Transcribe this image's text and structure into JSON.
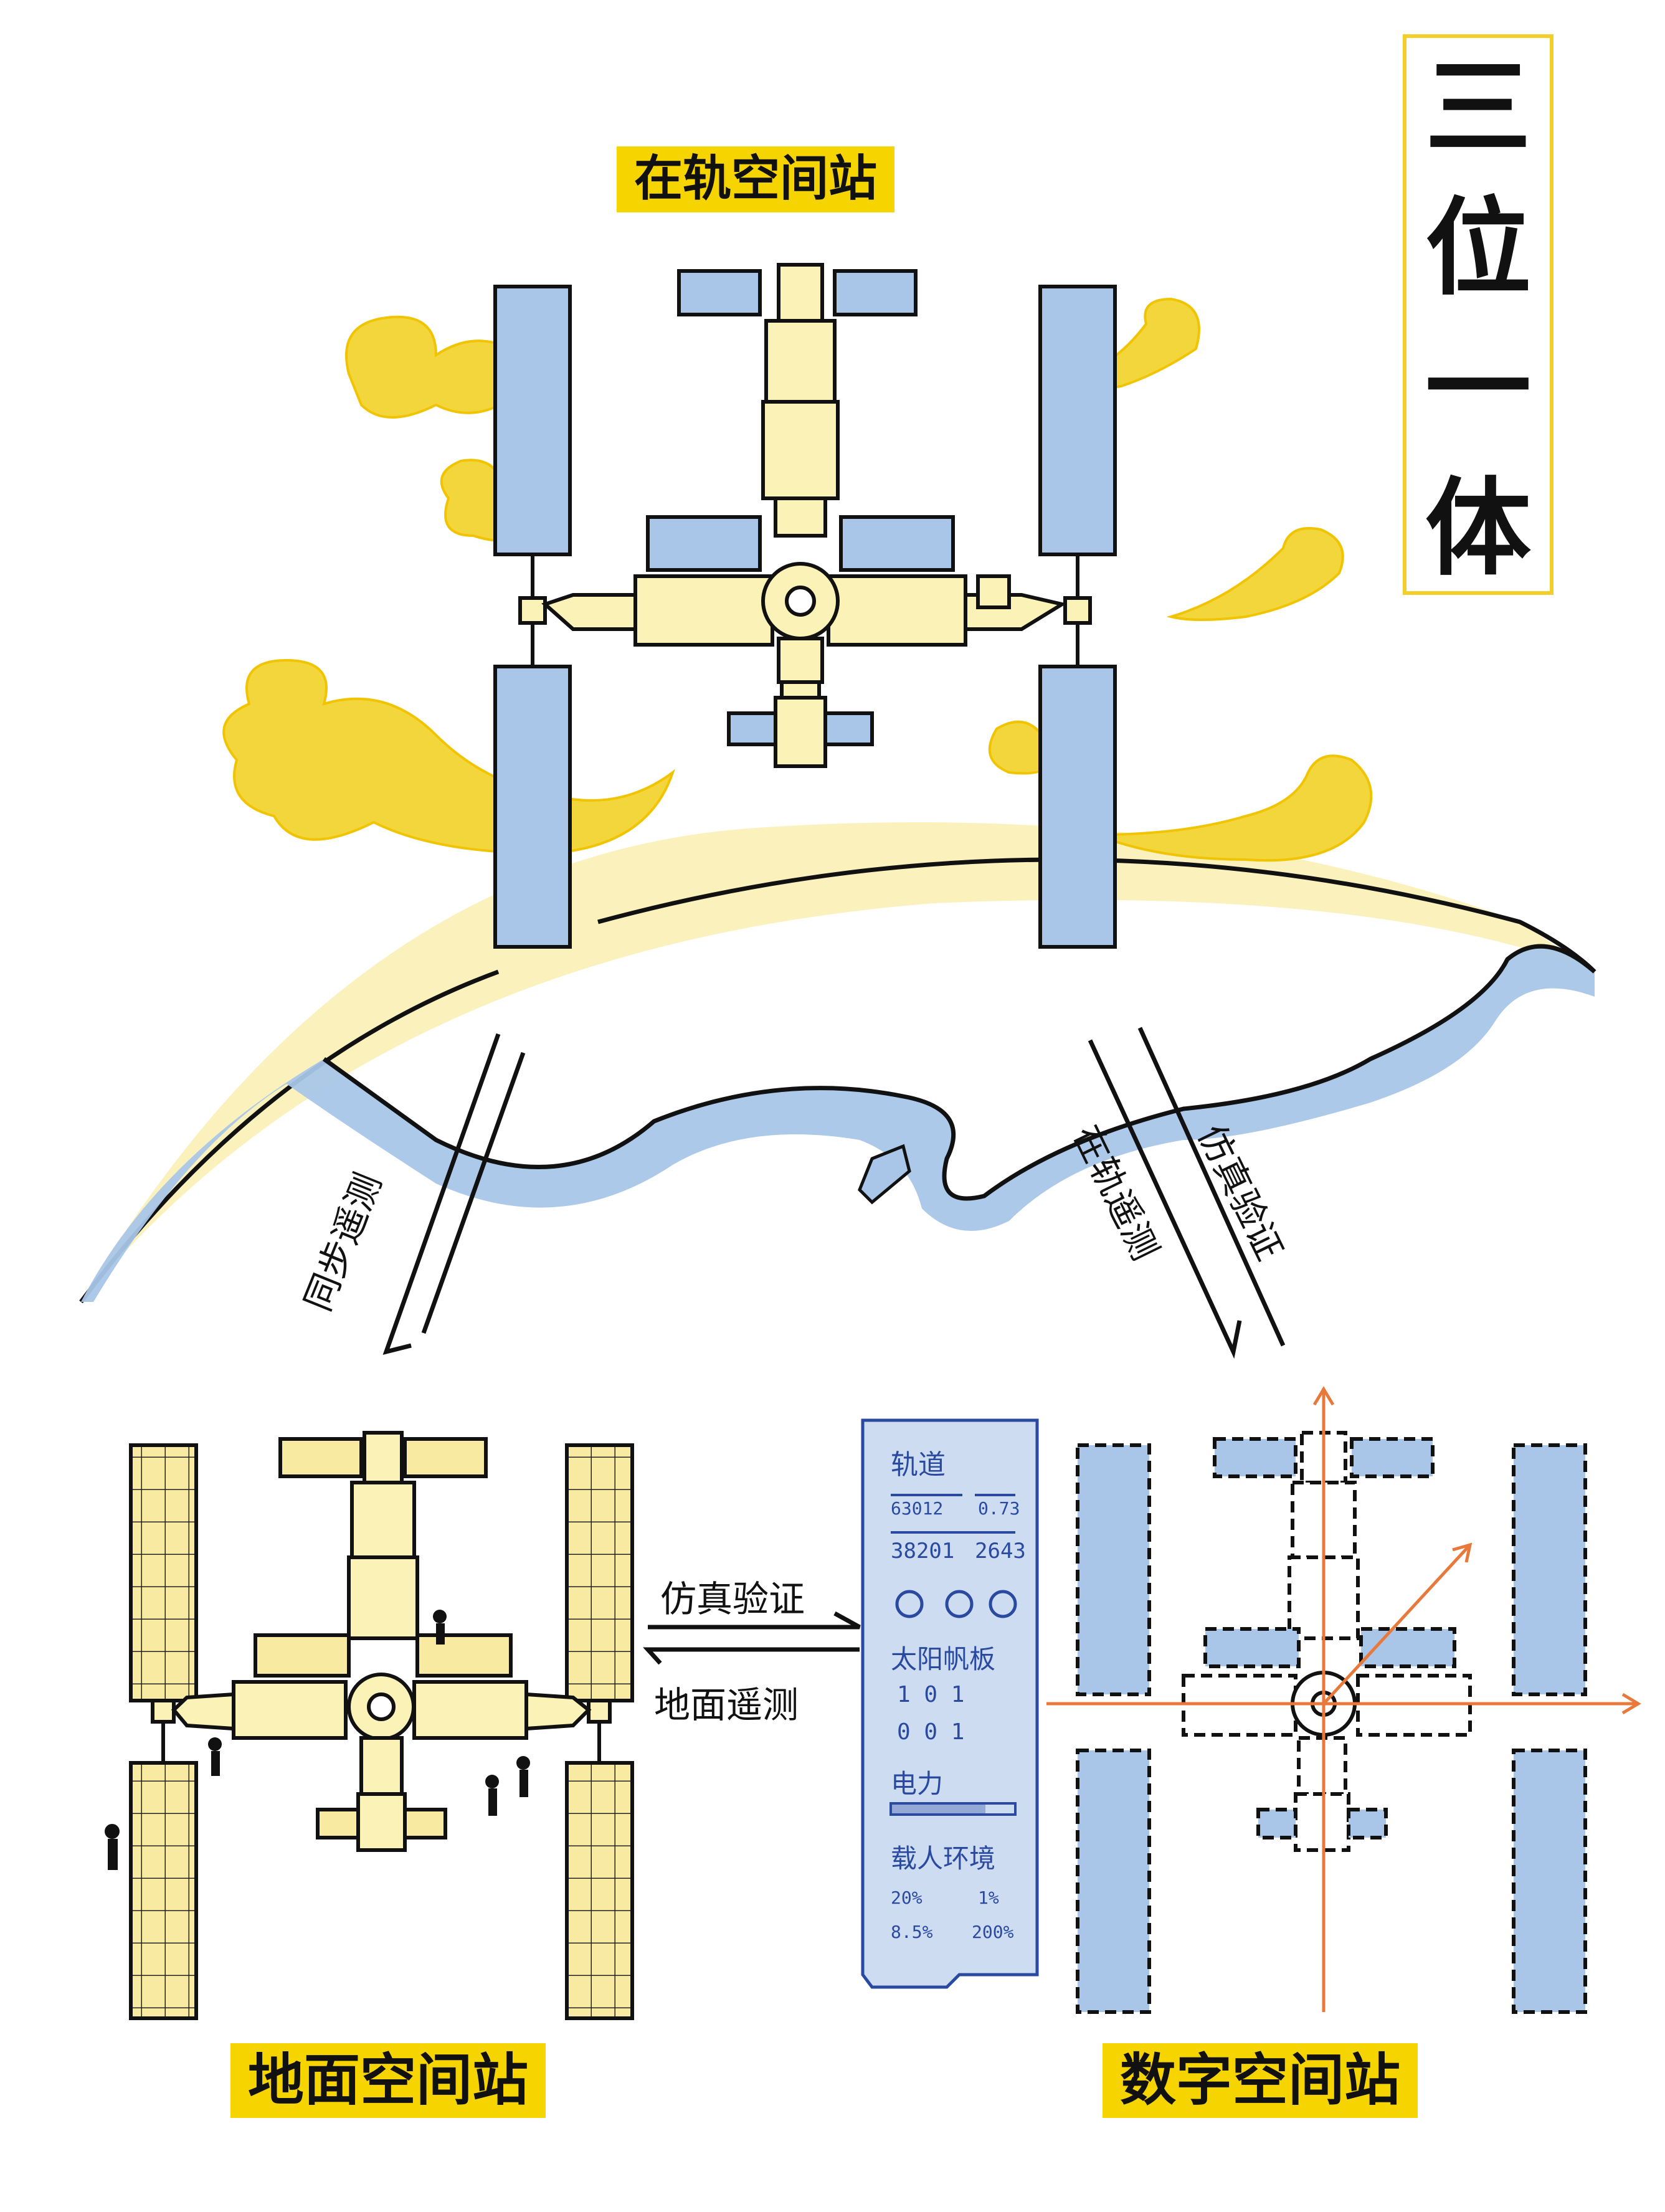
{
  "title": [
    "三",
    "位",
    "一",
    "体"
  ],
  "labels": {
    "orbit_station": "在轨空间站",
    "ground_station": "地面空间站",
    "digital_station": "数字空间站"
  },
  "arrows": {
    "sync_telemetry": "同步遥测",
    "orbit_telemetry": "在轨遥测",
    "sim_verify_top": "仿真验证",
    "sim_verify_mid": "仿真验证",
    "ground_telemetry": "地面遥测"
  },
  "panel": {
    "orbit_title": "轨道",
    "orbit_values": [
      "63012",
      "0.73",
      "38201",
      "2643"
    ],
    "solar_title": "太阳帆板",
    "solar_rows": [
      "1  0  1",
      "0  0  1"
    ],
    "power_title": "电力",
    "env_title": "载人环境",
    "env_values": [
      "20%",
      "1%",
      "8.5%",
      "200%"
    ]
  },
  "colors": {
    "yellow": "#f5d400",
    "blue": "#a9c6e8",
    "cream": "#fbf2b8",
    "orange": "#e8793a"
  }
}
